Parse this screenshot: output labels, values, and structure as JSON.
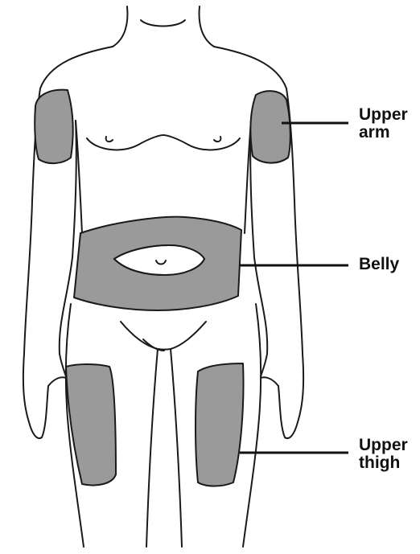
{
  "labels": {
    "upper_arm": [
      "Upper",
      "arm"
    ],
    "belly": [
      "Belly"
    ],
    "upper_thigh": [
      "Upper",
      "thigh"
    ]
  },
  "colors": {
    "zone_fill": "#9a9a9a",
    "outline": "#1a1a1a"
  }
}
